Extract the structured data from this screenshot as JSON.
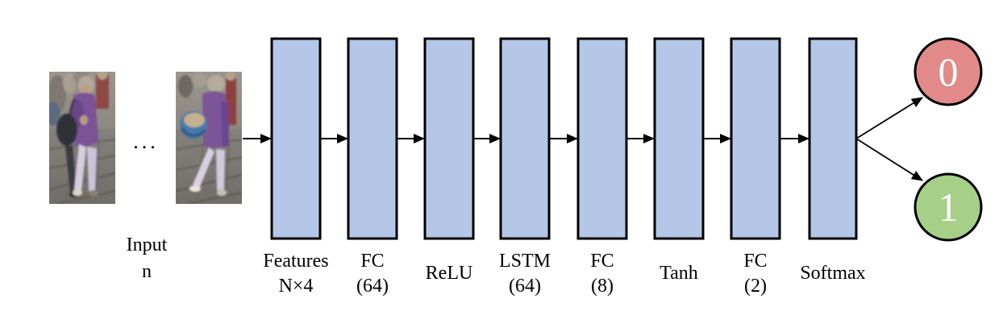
{
  "figure": {
    "background_color": "#ffffff",
    "input": {
      "ellipsis": "...",
      "label_line1": "Input",
      "label_line2": "n",
      "image_count": 2
    },
    "blocks": [
      {
        "line1": "Features",
        "line2": "N×4"
      },
      {
        "line1": "FC",
        "line2": "(64)"
      },
      {
        "line1": "ReLU"
      },
      {
        "line1": "LSTM",
        "line2": "(64)"
      },
      {
        "line1": "FC",
        "line2": "(8)"
      },
      {
        "line1": "Tanh"
      },
      {
        "line1": "FC",
        "line2": "(2)"
      },
      {
        "line1": "Softmax"
      }
    ],
    "block_style": {
      "fill": "#b4c7e7",
      "border": "#000000"
    },
    "outputs": [
      {
        "label": "0",
        "fill": "#e28989"
      },
      {
        "label": "1",
        "fill": "#a6cf88"
      }
    ]
  }
}
